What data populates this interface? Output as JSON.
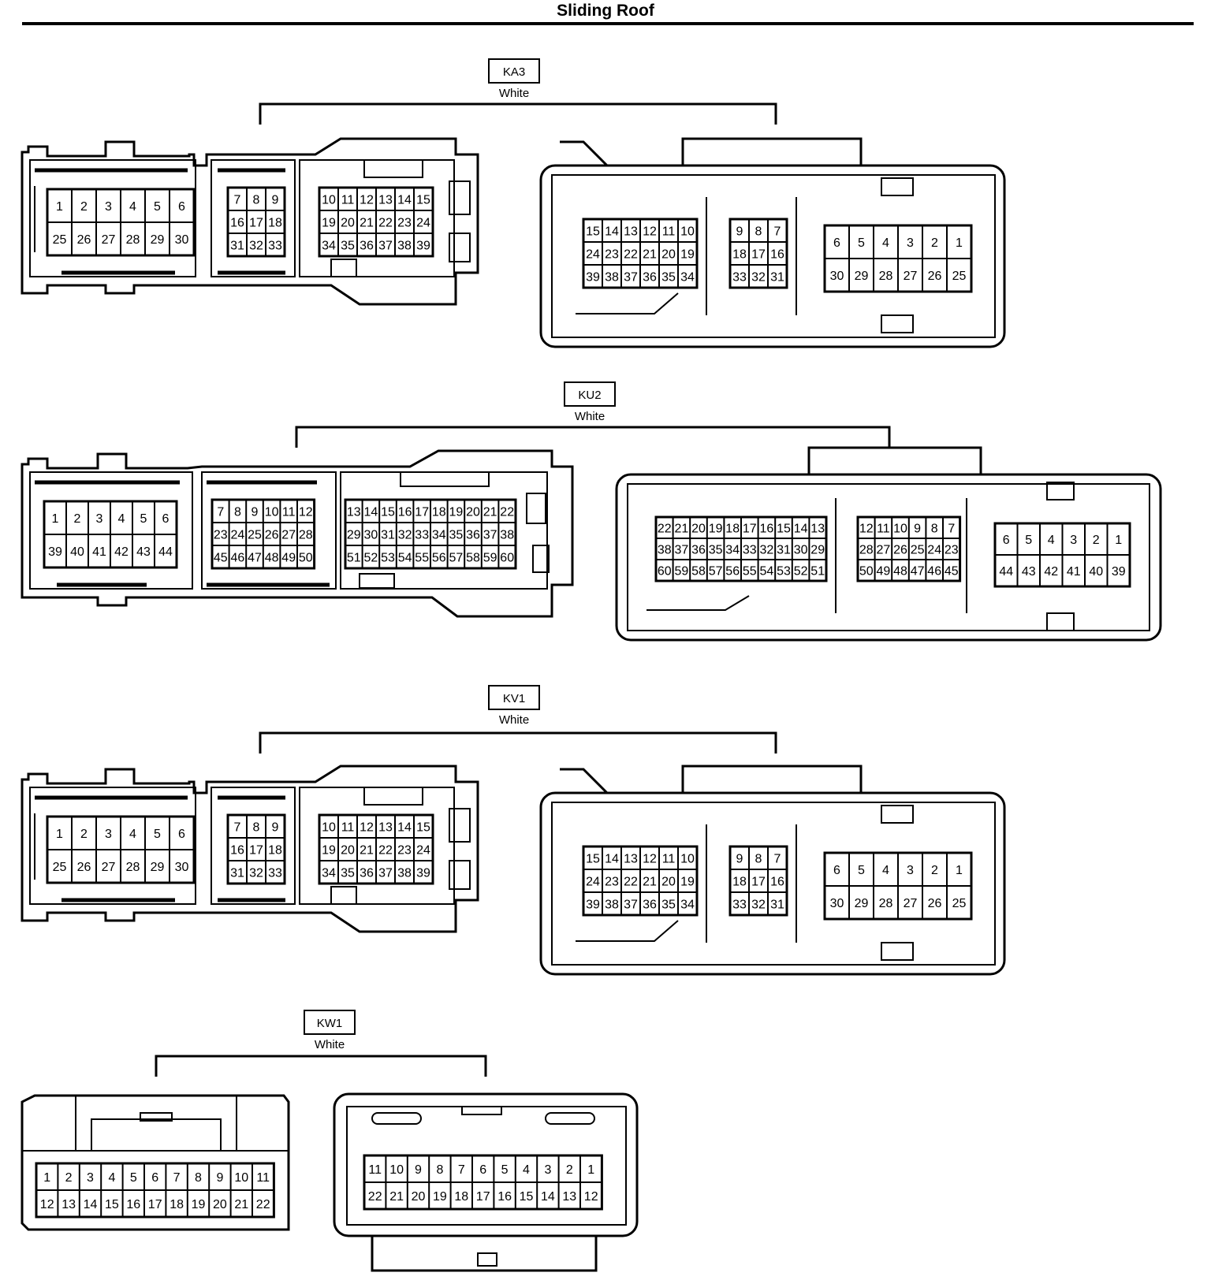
{
  "title": "Sliding Roof",
  "connectors": [
    {
      "code": "KA3",
      "color": "White",
      "male": {
        "sections": [
          {
            "rows": [
              [
                "1",
                "2",
                "3",
                "4",
                "5",
                "6"
              ],
              [
                "25",
                "26",
                "27",
                "28",
                "29",
                "30"
              ]
            ]
          },
          {
            "rows": [
              [
                "7",
                "8",
                "9"
              ],
              [
                "16",
                "17",
                "18"
              ],
              [
                "31",
                "32",
                "33"
              ]
            ]
          },
          {
            "rows": [
              [
                "10",
                "11",
                "12",
                "13",
                "14",
                "15"
              ],
              [
                "19",
                "20",
                "21",
                "22",
                "23",
                "24"
              ],
              [
                "34",
                "35",
                "36",
                "37",
                "38",
                "39"
              ]
            ]
          }
        ]
      },
      "female": {
        "sections": [
          {
            "rows": [
              [
                "15",
                "14",
                "13",
                "12",
                "11",
                "10"
              ],
              [
                "24",
                "23",
                "22",
                "21",
                "20",
                "19"
              ],
              [
                "39",
                "38",
                "37",
                "36",
                "35",
                "34"
              ]
            ]
          },
          {
            "rows": [
              [
                "9",
                "8",
                "7"
              ],
              [
                "18",
                "17",
                "16"
              ],
              [
                "33",
                "32",
                "31"
              ]
            ]
          },
          {
            "rows": [
              [
                "6",
                "5",
                "4",
                "3",
                "2",
                "1"
              ],
              [
                "30",
                "29",
                "28",
                "27",
                "26",
                "25"
              ]
            ]
          }
        ]
      }
    },
    {
      "code": "KU2",
      "color": "White",
      "male": {
        "sections": [
          {
            "rows": [
              [
                "1",
                "2",
                "3",
                "4",
                "5",
                "6"
              ],
              [
                "39",
                "40",
                "41",
                "42",
                "43",
                "44"
              ]
            ]
          },
          {
            "rows": [
              [
                "7",
                "8",
                "9",
                "10",
                "11",
                "12"
              ],
              [
                "23",
                "24",
                "25",
                "26",
                "27",
                "28"
              ],
              [
                "45",
                "46",
                "47",
                "48",
                "49",
                "50"
              ]
            ]
          },
          {
            "rows": [
              [
                "13",
                "14",
                "15",
                "16",
                "17",
                "18",
                "19",
                "20",
                "21",
                "22"
              ],
              [
                "29",
                "30",
                "31",
                "32",
                "33",
                "34",
                "35",
                "36",
                "37",
                "38"
              ],
              [
                "51",
                "52",
                "53",
                "54",
                "55",
                "56",
                "57",
                "58",
                "59",
                "60"
              ]
            ]
          }
        ]
      },
      "female": {
        "sections": [
          {
            "rows": [
              [
                "22",
                "21",
                "20",
                "19",
                "18",
                "17",
                "16",
                "15",
                "14",
                "13"
              ],
              [
                "38",
                "37",
                "36",
                "35",
                "34",
                "33",
                "32",
                "31",
                "30",
                "29"
              ],
              [
                "60",
                "59",
                "58",
                "57",
                "56",
                "55",
                "54",
                "53",
                "52",
                "51"
              ]
            ]
          },
          {
            "rows": [
              [
                "12",
                "11",
                "10",
                "9",
                "8",
                "7"
              ],
              [
                "28",
                "27",
                "26",
                "25",
                "24",
                "23"
              ],
              [
                "50",
                "49",
                "48",
                "47",
                "46",
                "45"
              ]
            ]
          },
          {
            "rows": [
              [
                "6",
                "5",
                "4",
                "3",
                "2",
                "1"
              ],
              [
                "44",
                "43",
                "42",
                "41",
                "40",
                "39"
              ]
            ]
          }
        ]
      }
    },
    {
      "code": "KV1",
      "color": "White",
      "male": {
        "sections": [
          {
            "rows": [
              [
                "1",
                "2",
                "3",
                "4",
                "5",
                "6"
              ],
              [
                "25",
                "26",
                "27",
                "28",
                "29",
                "30"
              ]
            ]
          },
          {
            "rows": [
              [
                "7",
                "8",
                "9"
              ],
              [
                "16",
                "17",
                "18"
              ],
              [
                "31",
                "32",
                "33"
              ]
            ]
          },
          {
            "rows": [
              [
                "10",
                "11",
                "12",
                "13",
                "14",
                "15"
              ],
              [
                "19",
                "20",
                "21",
                "22",
                "23",
                "24"
              ],
              [
                "34",
                "35",
                "36",
                "37",
                "38",
                "39"
              ]
            ]
          }
        ]
      },
      "female": {
        "sections": [
          {
            "rows": [
              [
                "15",
                "14",
                "13",
                "12",
                "11",
                "10"
              ],
              [
                "24",
                "23",
                "22",
                "21",
                "20",
                "19"
              ],
              [
                "39",
                "38",
                "37",
                "36",
                "35",
                "34"
              ]
            ]
          },
          {
            "rows": [
              [
                "9",
                "8",
                "7"
              ],
              [
                "18",
                "17",
                "16"
              ],
              [
                "33",
                "32",
                "31"
              ]
            ]
          },
          {
            "rows": [
              [
                "6",
                "5",
                "4",
                "3",
                "2",
                "1"
              ],
              [
                "30",
                "29",
                "28",
                "27",
                "26",
                "25"
              ]
            ]
          }
        ]
      }
    },
    {
      "code": "KW1",
      "color": "White",
      "male": {
        "sections": [
          {
            "rows": [
              [
                "1",
                "2",
                "3",
                "4",
                "5",
                "6",
                "7",
                "8",
                "9",
                "10",
                "11"
              ],
              [
                "12",
                "13",
                "14",
                "15",
                "16",
                "17",
                "18",
                "19",
                "20",
                "21",
                "22"
              ]
            ]
          }
        ]
      },
      "female": {
        "sections": [
          {
            "rows": [
              [
                "11",
                "10",
                "9",
                "8",
                "7",
                "6",
                "5",
                "4",
                "3",
                "2",
                "1"
              ],
              [
                "22",
                "21",
                "20",
                "19",
                "18",
                "17",
                "16",
                "15",
                "14",
                "13",
                "12"
              ]
            ]
          }
        ]
      }
    }
  ]
}
